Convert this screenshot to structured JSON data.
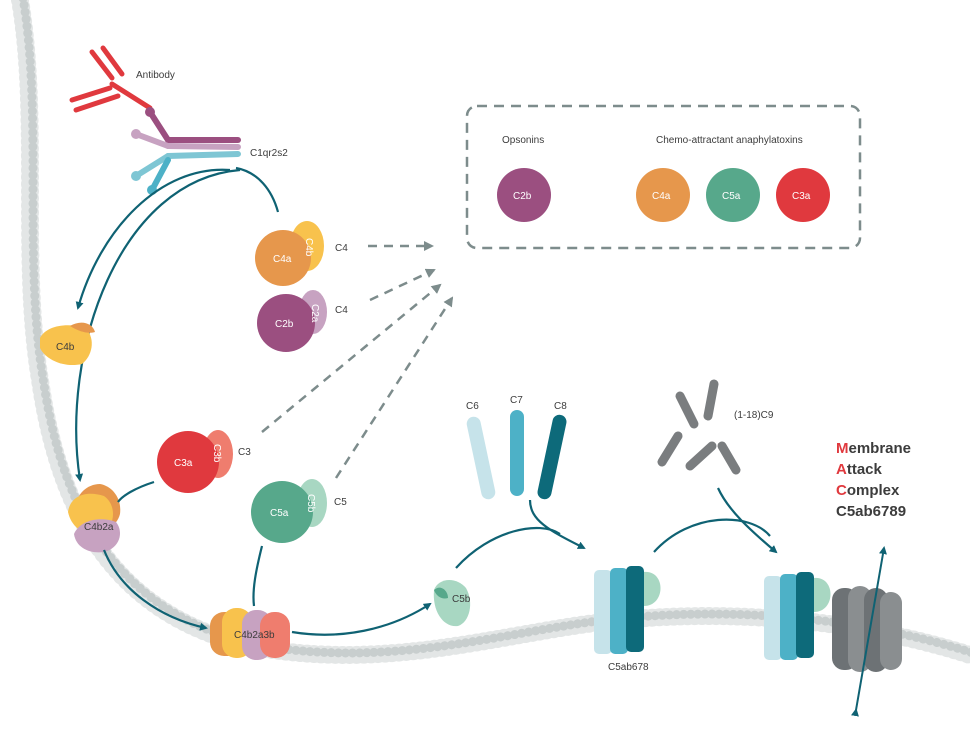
{
  "colors": {
    "teal": "#0f6273",
    "dash": "#7d8c8c",
    "membrane": "#d6dbdb",
    "red": "#e0393e",
    "purple": "#9b4f80",
    "lilac": "#c7a2c1",
    "orange": "#e6974c",
    "yellow": "#f8c24d",
    "green": "#57a88b",
    "mint": "#a8d7c2",
    "lightblue": "#c6e3ea",
    "blue": "#4db1c7",
    "darkteal": "#0d6a7a",
    "gray": "#7a7d7f"
  },
  "labels": {
    "antibody": "Antibody",
    "c1": "C1qr2s2",
    "c4_top": "C4",
    "c4_mid": "C4",
    "c3": "C3",
    "c5": "C5",
    "c4b_free": "C4b",
    "c4b2a": "C4b2a",
    "c4b2a3b": "C4b2a3b",
    "c5b": "C5b",
    "c6": "C6",
    "c7": "C7",
    "c8": "C8",
    "c9": "(1-18)C9",
    "c5ab678": "C5ab678"
  },
  "proteins": {
    "c4a": "C4a",
    "c4b": "C4b",
    "c2b": "C2b",
    "c2a": "C2a",
    "c3a": "C3a",
    "c3b": "C3b",
    "c5a": "C5a",
    "c5b": "C5b"
  },
  "box": {
    "opsonins_title": "Opsonins",
    "anaphylatoxins_title": "Chemo-attractant anaphylatoxins",
    "items": [
      {
        "label": "C2b",
        "color": "#9b4f80"
      },
      {
        "label": "C4a",
        "color": "#e6974c"
      },
      {
        "label": "C5a",
        "color": "#57a88b"
      },
      {
        "label": "C3a",
        "color": "#e0393e"
      }
    ]
  },
  "mac": {
    "line1_initial": "M",
    "line1_rest": "embrane",
    "line2_initial": "A",
    "line2_rest": "ttack",
    "line3_initial": "C",
    "line3_rest": "omplex",
    "line4": "C5ab6789"
  }
}
